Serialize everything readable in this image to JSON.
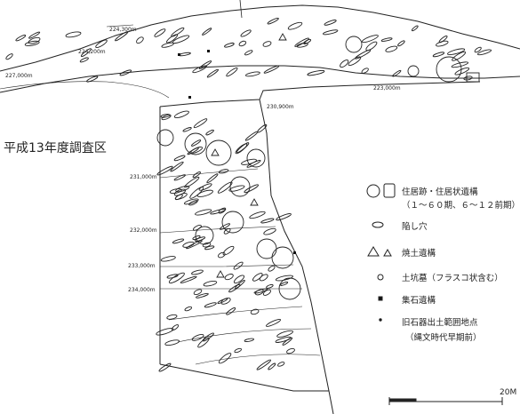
{
  "survey_title": "平成13年度調査区",
  "grid_labels": [
    "224,300m",
    "224,200m",
    "227,000m",
    "223,000m",
    "230,900m",
    "231,000m",
    "232,000m",
    "233,000m",
    "234,000m"
  ],
  "legend": {
    "dwelling": "住居跡・住居状遺構",
    "dwelling_note": "（１～６０期、６～１２前期）",
    "pit": "陥し穴",
    "kiln": "焼土遺構",
    "earthen": "土坑墓（フラスコ状含む）",
    "stone": "集石遺構",
    "findspot": "旧石器出土範囲地点",
    "findspot_note": "（縄文時代早期前）"
  },
  "scale_label": "20M"
}
